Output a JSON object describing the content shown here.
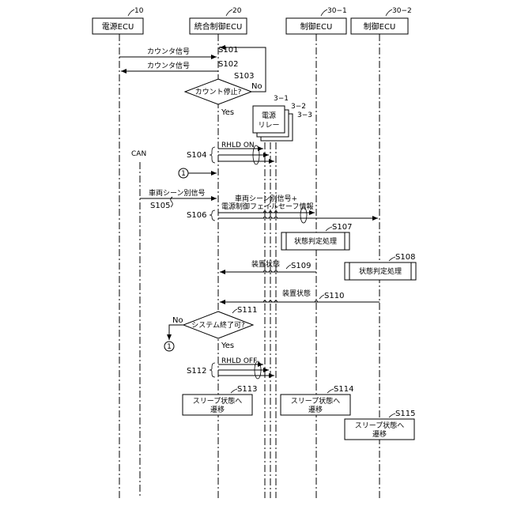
{
  "nodes": {
    "power_ecu": {
      "label": "電源ECU",
      "ref": "10"
    },
    "integrated_ecu": {
      "label": "統合制御ECU",
      "ref": "20"
    },
    "control_ecu_1": {
      "label": "制御ECU",
      "ref": "30−1"
    },
    "control_ecu_2": {
      "label": "制御ECU",
      "ref": "30−2"
    },
    "relay": {
      "line1": "電源",
      "line2": "リレー",
      "refs": [
        "3−1",
        "3−2",
        "3−3"
      ]
    },
    "can": "CAN"
  },
  "messages": {
    "counter_signal_1": "カウンタ信号",
    "counter_signal_2": "カウンタ信号",
    "rhld_on": "RHLD ON",
    "scene_signal": "車両シーン別信号",
    "scene_signal_fs_1": "車両シーン別信号+",
    "scene_signal_fs_2": "電源制御フェイルセーフ情報",
    "device_state_1": "装置状態",
    "device_state_2": "装置状態",
    "rhld_off": "RHLD OFF"
  },
  "decisions": {
    "count_stop": {
      "label": "カウント停止?",
      "no": "No",
      "yes": "Yes"
    },
    "system_end": {
      "label": "システム終了可?",
      "no": "No",
      "yes": "Yes"
    }
  },
  "processes": {
    "state_judge_1": "状態判定処理",
    "state_judge_2": "状態判定処理",
    "sleep_1_line1": "スリープ状態へ",
    "sleep_1_line2": "遷移",
    "sleep_2_line1": "スリープ状態へ",
    "sleep_2_line2": "遷移",
    "sleep_3_line1": "スリープ状態へ",
    "sleep_3_line2": "遷移"
  },
  "connector": "1",
  "steps": {
    "s101": "S101",
    "s102": "S102",
    "s103": "S103",
    "s104": "S104",
    "s105": "S105",
    "s106": "S106",
    "s107": "S107",
    "s108": "S108",
    "s109": "S109",
    "s110": "S110",
    "s111": "S111",
    "s112": "S112",
    "s113": "S113",
    "s114": "S114",
    "s115": "S115"
  }
}
